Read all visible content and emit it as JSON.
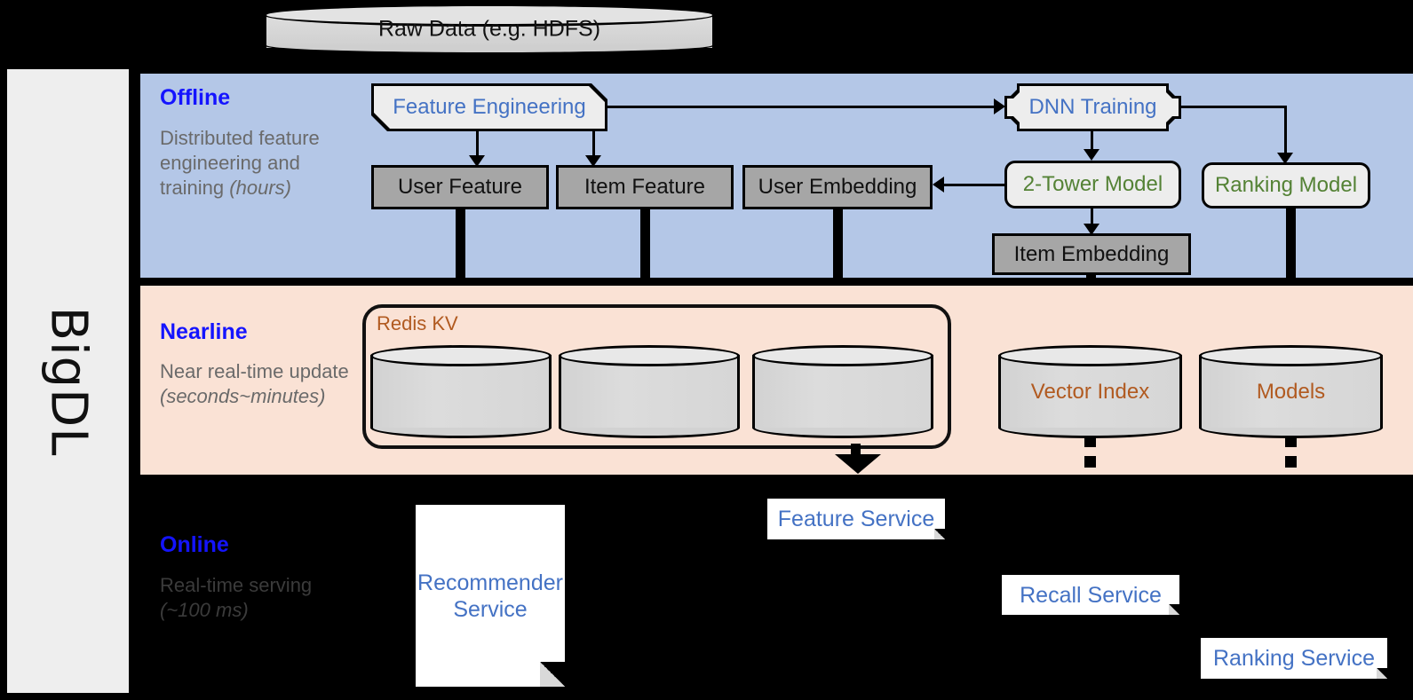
{
  "framework": {
    "name": "BigDL"
  },
  "top": {
    "raw_data_label": "Raw Data (e.g. HDFS)"
  },
  "bands": {
    "offline": {
      "title": "Offline",
      "subtitle": "Distributed feature engineering and training ",
      "subtitle_em": "(hours)",
      "bg_color": "#b4c7e7"
    },
    "nearline": {
      "title": "Nearline",
      "subtitle": "Near real-time update ",
      "subtitle_em": "(seconds~minutes)",
      "bg_color": "#fae2d5"
    },
    "online": {
      "title": "Online",
      "subtitle": "Real-time serving ",
      "subtitle_em": "(~100 ms)",
      "bg_color": "#000000"
    }
  },
  "offline_nodes": {
    "feature_engineering": "Feature Engineering",
    "dnn_training": "DNN Training",
    "user_feature": "User Feature",
    "item_feature": "Item Feature",
    "user_embedding": "User Embedding",
    "two_tower_model": "2-Tower Model",
    "ranking_model": "Ranking Model",
    "item_embedding": "Item Embedding"
  },
  "nearline_nodes": {
    "redis_kv": "Redis KV",
    "store_user_feature": "",
    "store_item_feature": "",
    "store_user_embedding": "",
    "vector_index": "Vector Index",
    "models": "Models"
  },
  "online_nodes": {
    "recommender_service": "Recommender Service",
    "feature_service": "Feature Service",
    "recall_service": "Recall Service",
    "ranking_service": "Ranking Service"
  },
  "colors": {
    "band_title": "#1414ff",
    "blue_text": "#4472c4",
    "green_text": "#548235",
    "brown_text": "#b15a20",
    "gray_box": "#a6a6a6",
    "light_box": "#ededed"
  }
}
